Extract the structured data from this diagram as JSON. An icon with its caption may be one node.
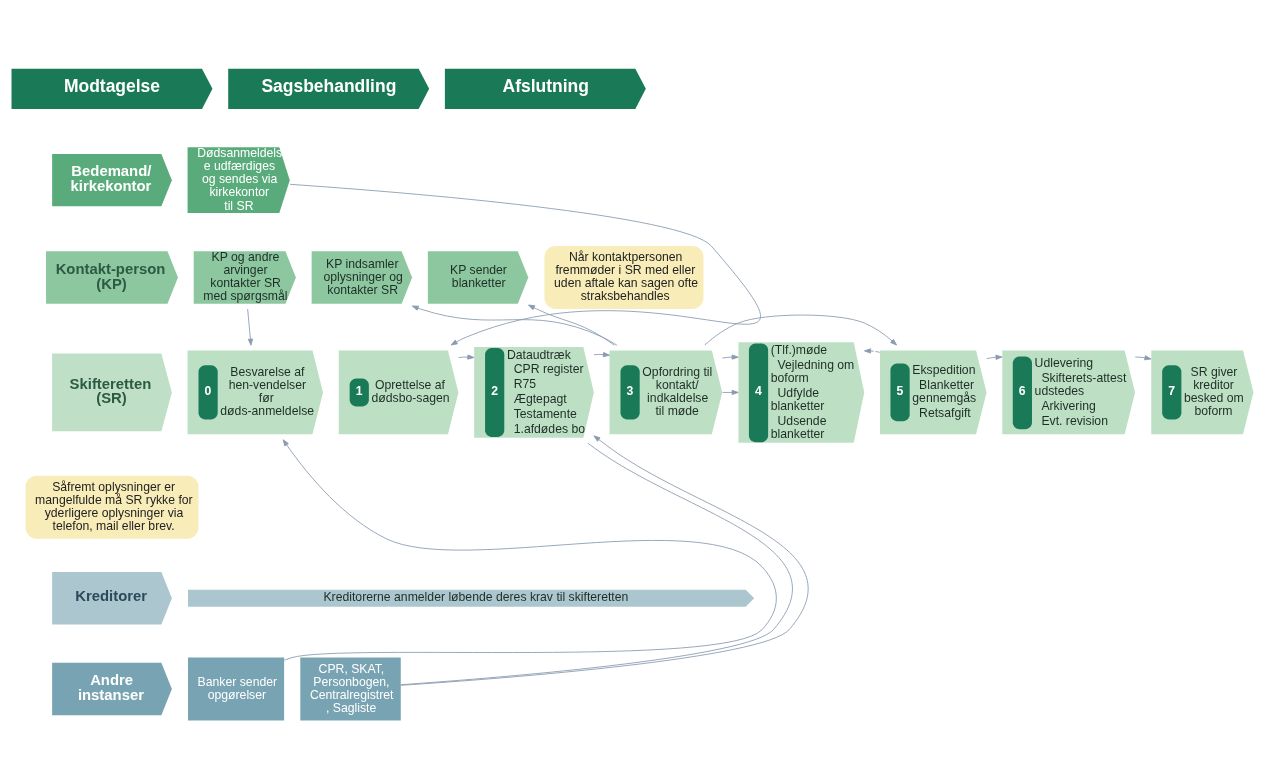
{
  "diagram": {
    "nodes": [
      {
        "text": [
          "Modtagelse"
        ]
      },
      {
        "text": [
          "Sagsbehandling"
        ]
      },
      {
        "text": [
          "Afslutning"
        ]
      },
      {
        "text": [
          "Bedemand/ kirkekontor"
        ]
      },
      {
        "text": [
          "Kontakt-person (KP)"
        ]
      },
      {
        "text": [
          "Skifteretten (SR)"
        ]
      },
      {
        "text": [
          "Kreditorer"
        ]
      },
      {
        "text": [
          "Andre instanser"
        ]
      },
      {
        "text": [
          "Dødsanmeldels e udfærdiges og sendes via kirkekontor til SR"
        ]
      },
      {
        "text": [
          "KP og andre arvinger kontakter SR med spørgsmål"
        ]
      },
      {
        "text": [
          "KP indsamler oplysninger og kontakter SR"
        ]
      },
      {
        "text": [
          "KP sender blanketter"
        ]
      },
      {
        "text": [
          "Når kontaktpersonen fremmøder i SR med eller uden aftale kan sagen ofte straksbehandles"
        ]
      },
      {
        "text": [
          "0",
          "Besvarelse af hen-vendelser før døds-anmeldelse"
        ]
      },
      {
        "text": [
          "1",
          "Oprettelse af dødsbo-sagen"
        ]
      },
      {
        "text": [
          "2",
          "Dataudtræk",
          "CPR register",
          "R75",
          "Ægtepagt",
          "Testamente",
          "1.afdødes bo"
        ]
      },
      {
        "text": [
          "3",
          "Opfordring til kontakt/ indkaldelse til møde"
        ]
      },
      {
        "text": [
          "4",
          "(Tlf.)møde",
          "Vejledning om boform",
          "Udfylde blanketter",
          "Udsende blanketter"
        ]
      },
      {
        "text": [
          "5",
          "Ekspedition",
          "Blanketter gennemgås",
          "Retsafgift"
        ]
      },
      {
        "text": [
          "6",
          "Udlevering",
          "Skifterets-attest udstedes",
          "Arkivering",
          "Evt. revision"
        ]
      },
      {
        "text": [
          "7",
          "SR giver kreditor besked om boform"
        ]
      },
      {
        "text": [
          "Såfremt oplysninger er mangelfulde må SR rykke for yderligere oplysninger via telefon, mail eller brev."
        ]
      },
      {
        "text": [
          "Kreditorerne anmelder løbende deres krav til skifteretten"
        ]
      },
      {
        "text": [
          "Banker sender opgørelser"
        ]
      },
      {
        "text": [
          "CPR, SKAT, Personbogen, Centralregistret , Sagliste"
        ]
      }
    ],
    "edges": [
      {
        "from": 8,
        "to": 14,
        "arrow": "to"
      },
      {
        "from": 9,
        "to": 13,
        "arrow": "to"
      },
      {
        "from": 23,
        "to": 13,
        "arrow": "to"
      },
      {
        "from": 14,
        "to": 15,
        "arrow": "to"
      },
      {
        "from": 15,
        "to": 24,
        "arrow": "none"
      },
      {
        "from": 24,
        "to": 15,
        "arrow": "to"
      },
      {
        "from": 15,
        "to": 16,
        "arrow": "to"
      },
      {
        "from": 16,
        "to": 17,
        "arrow": "to"
      },
      {
        "from": 16,
        "to": 10,
        "arrow": "to"
      },
      {
        "from": 16,
        "to": 17,
        "arrow": "to"
      },
      {
        "from": 16,
        "to": 11,
        "arrow": "to"
      },
      {
        "from": 16,
        "to": 18,
        "arrow": "to"
      },
      {
        "from": 18,
        "to": 17,
        "arrow": "to",
        "style": "dashed"
      },
      {
        "from": 18,
        "to": 19,
        "arrow": "to"
      },
      {
        "from": 19,
        "to": 20,
        "arrow": "to"
      }
    ]
  }
}
